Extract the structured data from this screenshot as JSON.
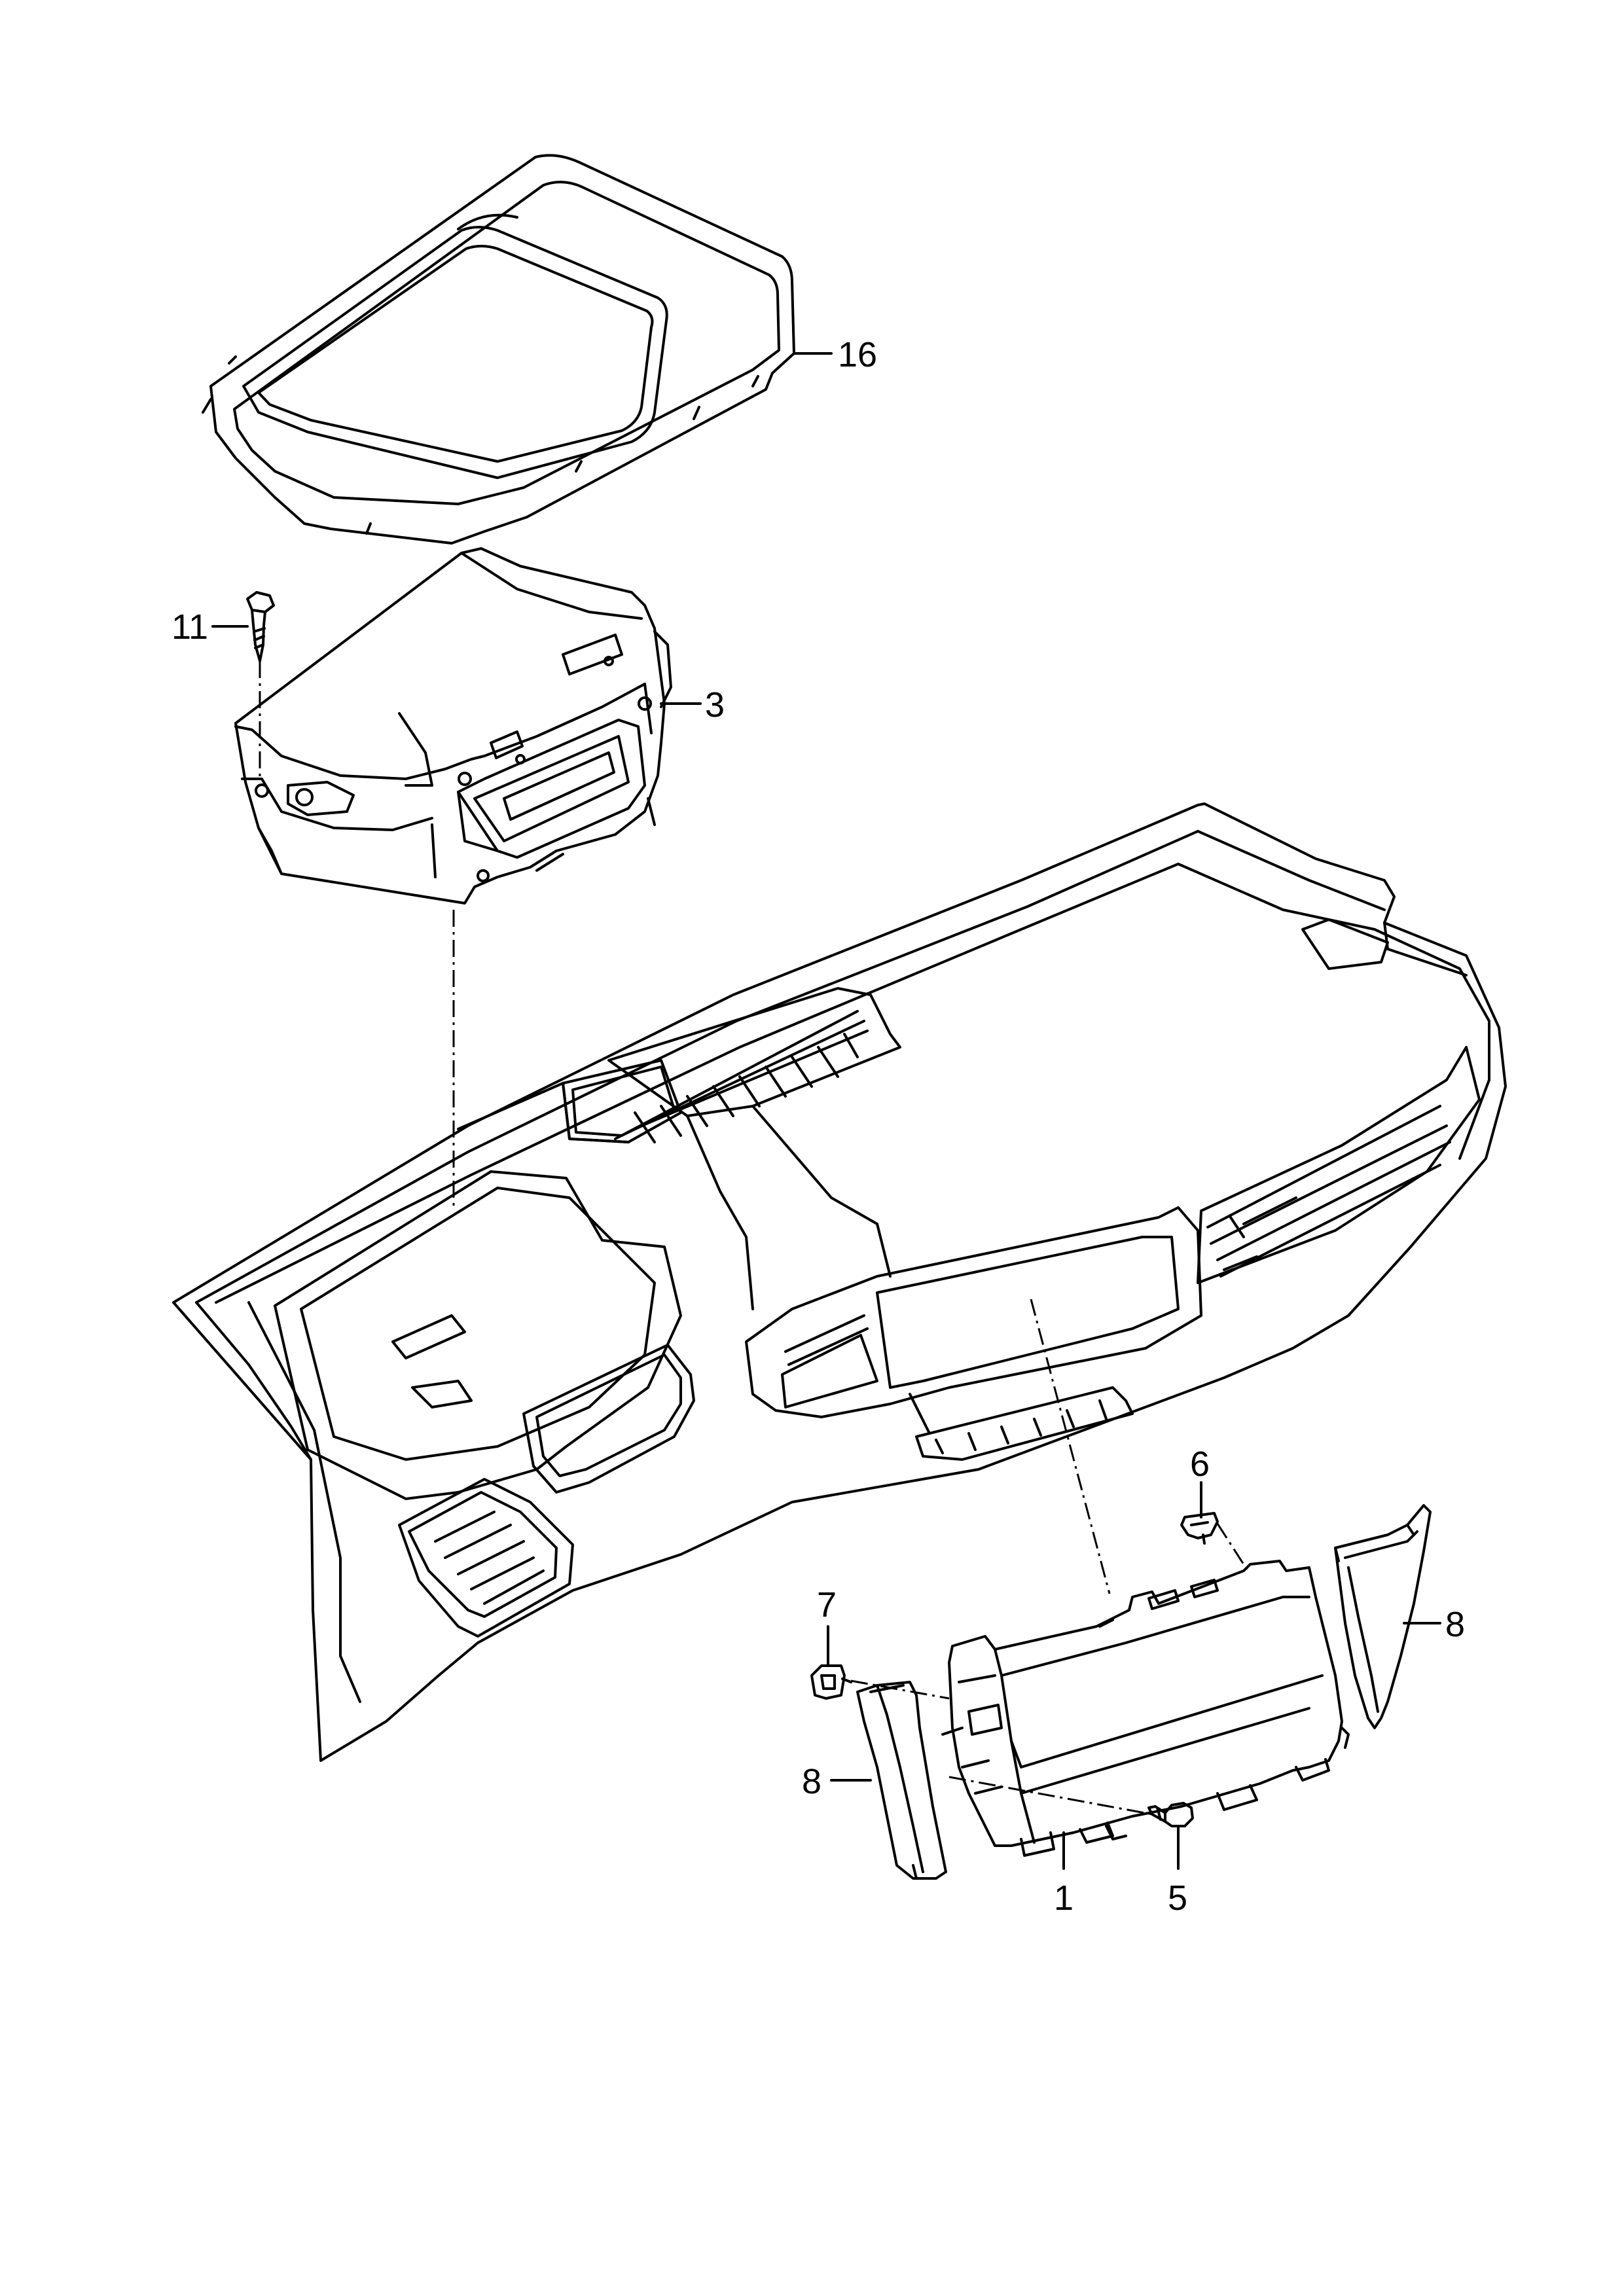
{
  "diagram": {
    "colors": {
      "line": "#000000",
      "background": "#ffffff"
    },
    "callouts": [
      {
        "id": "16",
        "label": "16"
      },
      {
        "id": "11",
        "label": "11"
      },
      {
        "id": "3",
        "label": "3"
      },
      {
        "id": "6",
        "label": "6"
      },
      {
        "id": "7",
        "label": "7"
      },
      {
        "id": "8a",
        "label": "8"
      },
      {
        "id": "8b",
        "label": "8"
      },
      {
        "id": "1",
        "label": "1"
      },
      {
        "id": "5",
        "label": "5"
      }
    ]
  }
}
